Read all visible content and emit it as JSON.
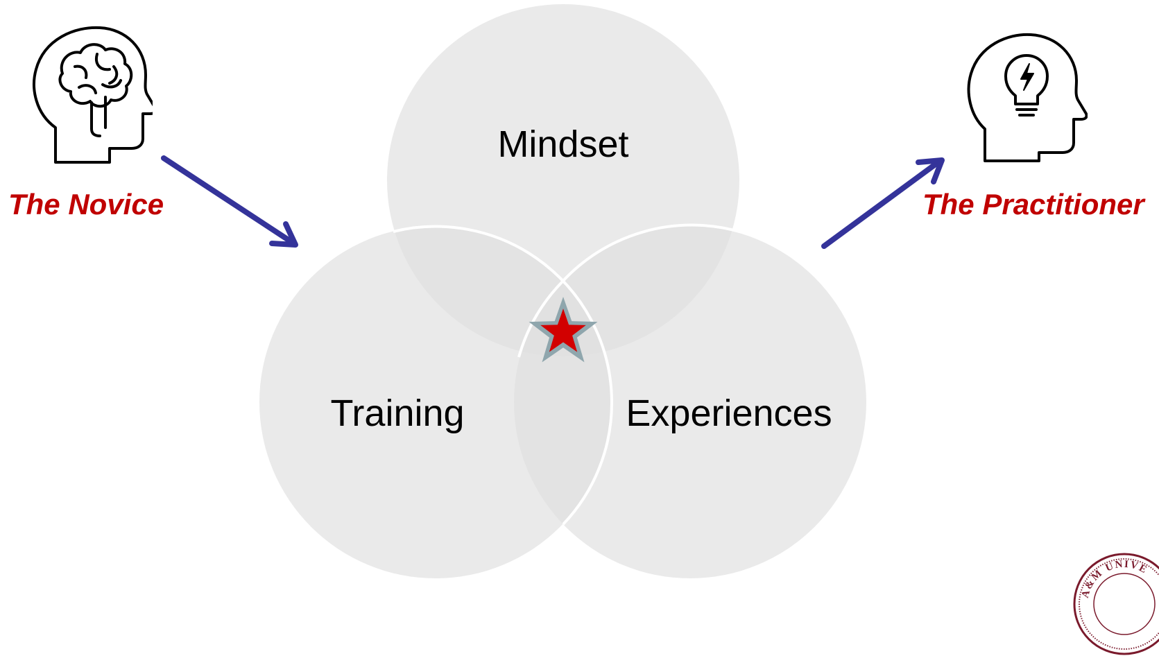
{
  "diagram": {
    "circles": {
      "top_label": "Mindset",
      "left_label": "Training",
      "right_label": "Experiences"
    },
    "personas": {
      "start_label": "The Novice",
      "end_label": "The Practitioner"
    },
    "icons": {
      "start_icon": "head-with-brain-icon",
      "end_icon": "head-with-lightbulb-icon",
      "center_icon": "star-icon",
      "corner_logo": "university-seal-logo"
    },
    "seal_text": "A&M UNIVE",
    "colors": {
      "circle_fill": "#e0e0e0",
      "circle_divider": "#ffffff",
      "persona_text": "#c00000",
      "arrow": "#34339a",
      "star_fill": "#d20000",
      "star_outline": "#8fa6ad",
      "icon_stroke": "#000000",
      "seal": "#7a1a2c"
    }
  }
}
